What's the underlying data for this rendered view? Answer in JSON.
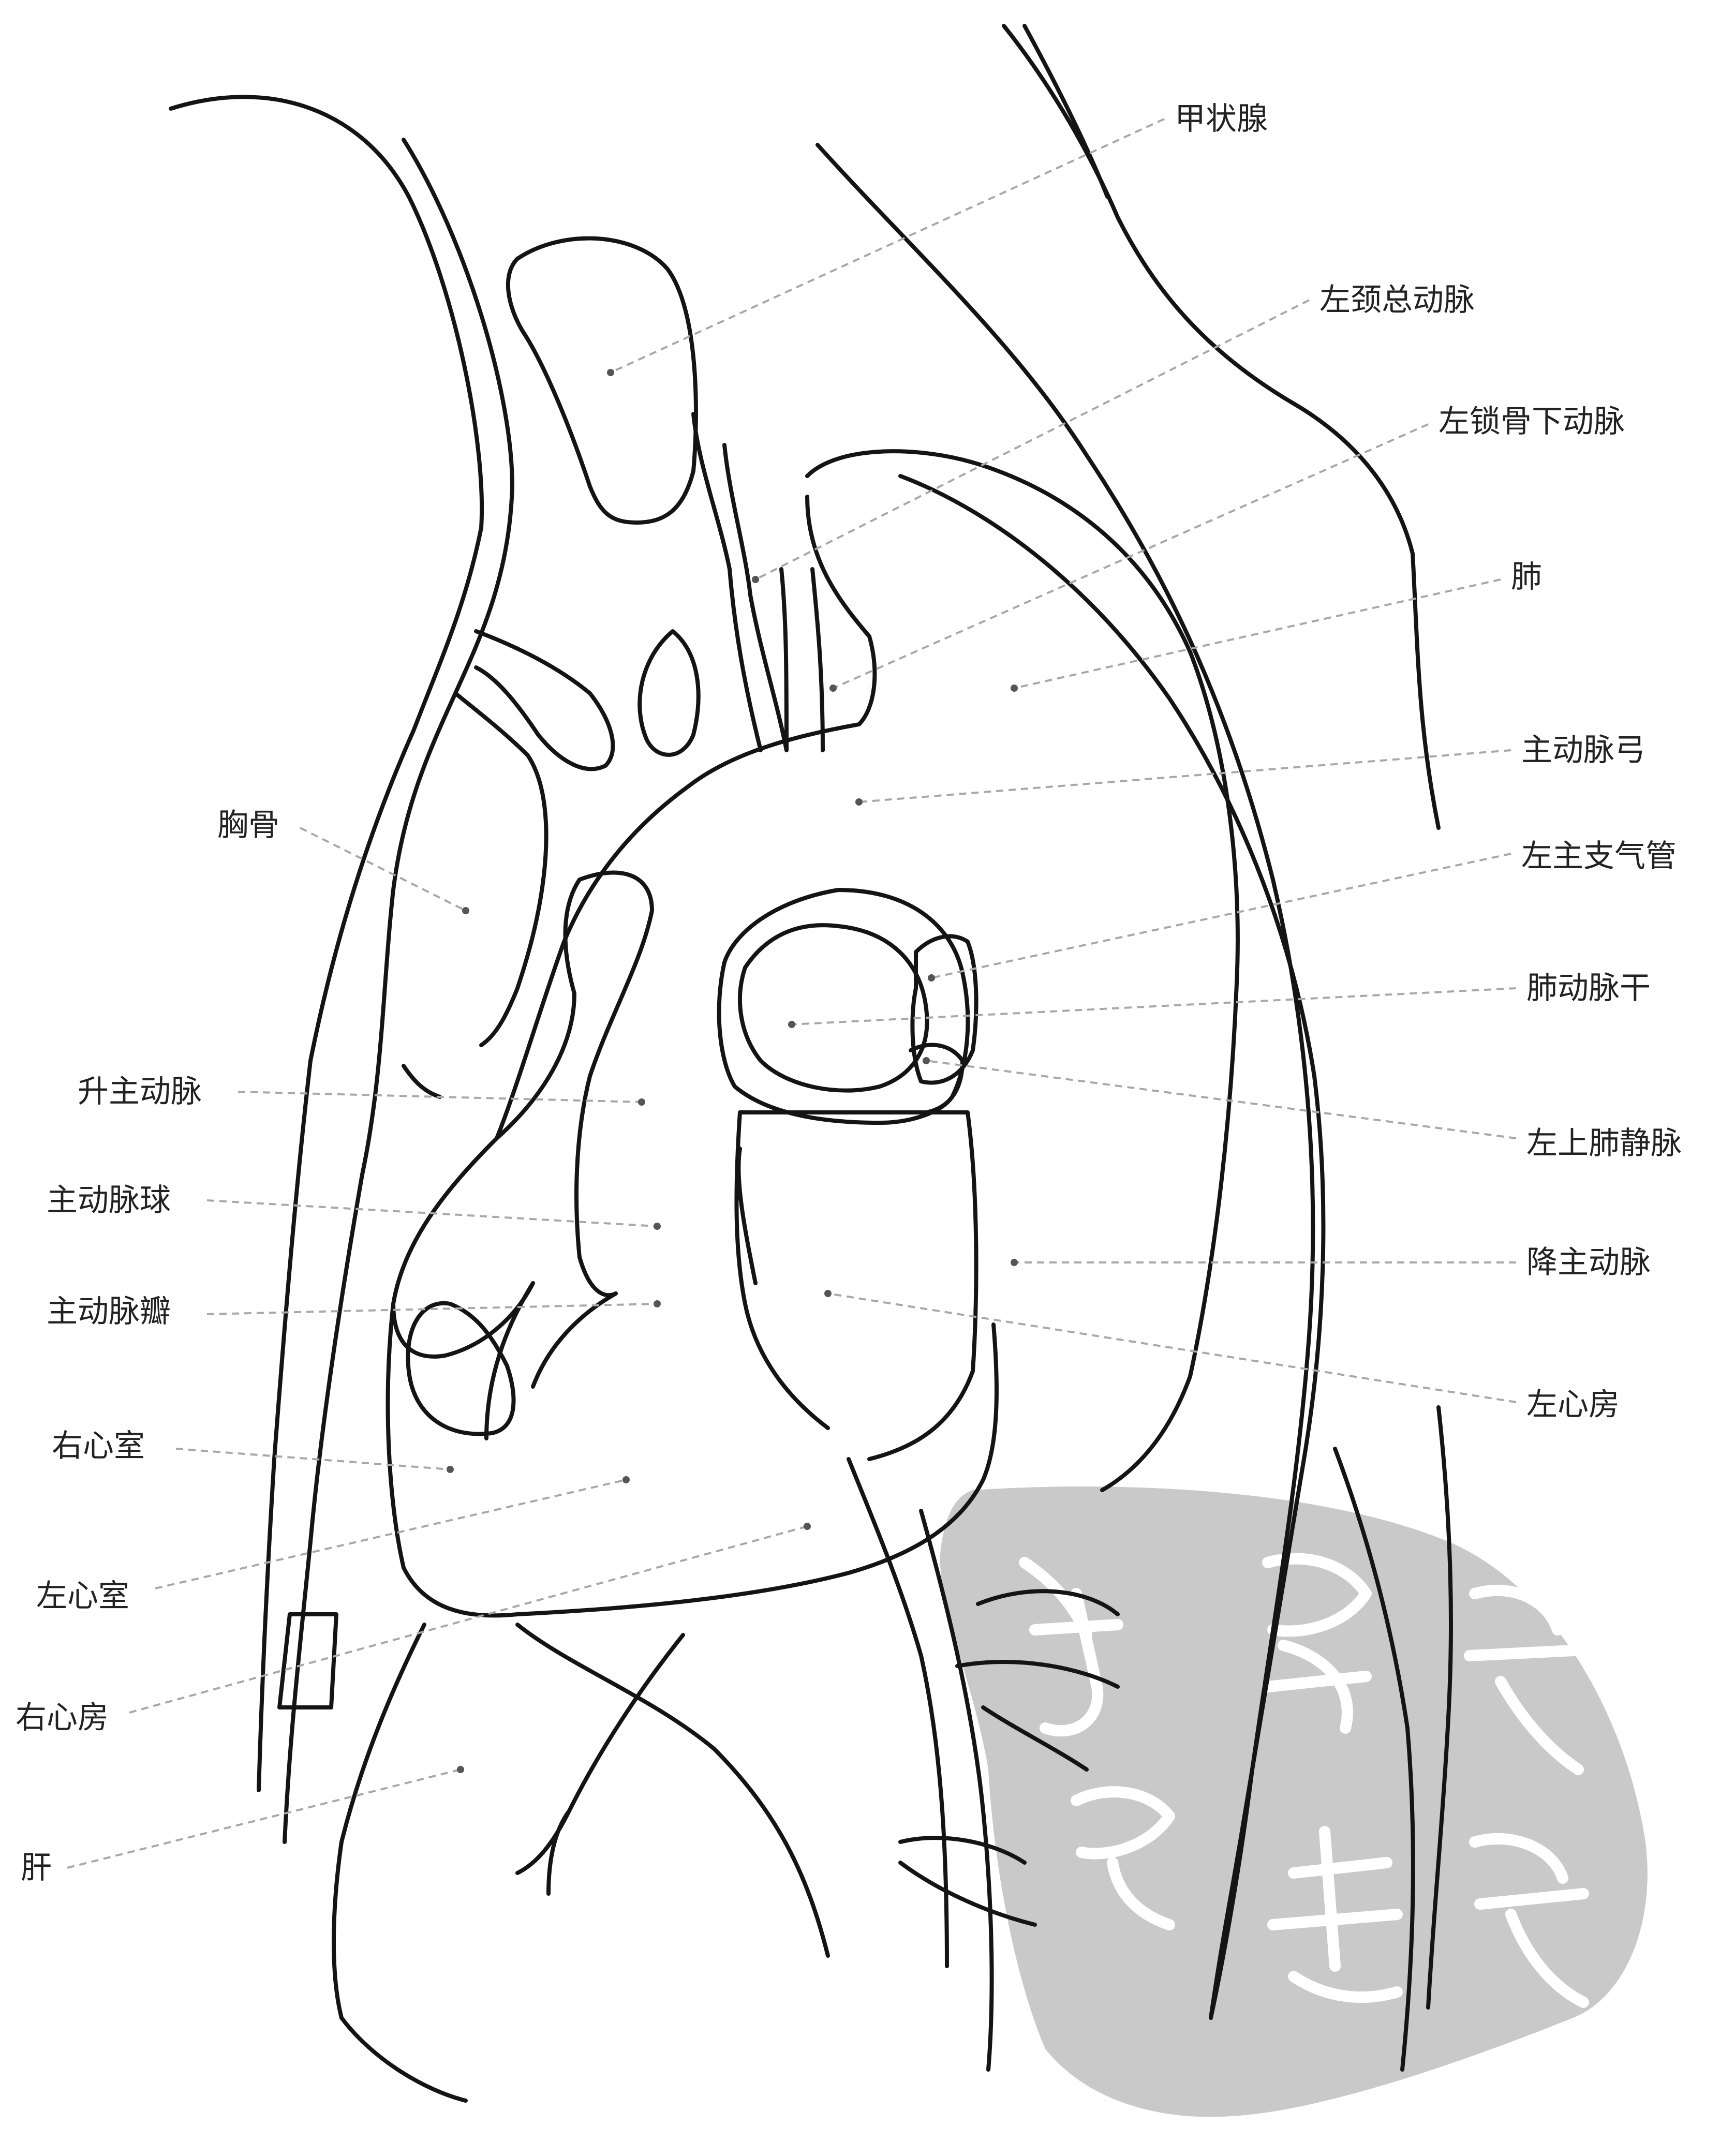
{
  "figure": {
    "labels": {
      "thyroid": "甲状腺",
      "left_common_carotid": "左颈总动脉",
      "left_subclavian": "左锁骨下动脉",
      "lung": "肺",
      "aortic_arch": "主动脉弓",
      "left_main_bronchus": "左主支气管",
      "pulmonary_trunk": "肺动脉干",
      "left_superior_pulmonary_vein": "左上肺静脉",
      "descending_aorta": "降主动脉",
      "left_atrium": "左心房",
      "sternum": "胸骨",
      "ascending_aorta": "升主动脉",
      "aortic_bulb": "主动脉球",
      "aortic_valve": "主动脉瓣",
      "right_ventricle": "右心室",
      "left_ventricle": "左心室",
      "right_atrium": "右心房",
      "liver": "肝"
    },
    "watermark": {
      "kind": "seal",
      "color": "#c9c9c9"
    }
  }
}
